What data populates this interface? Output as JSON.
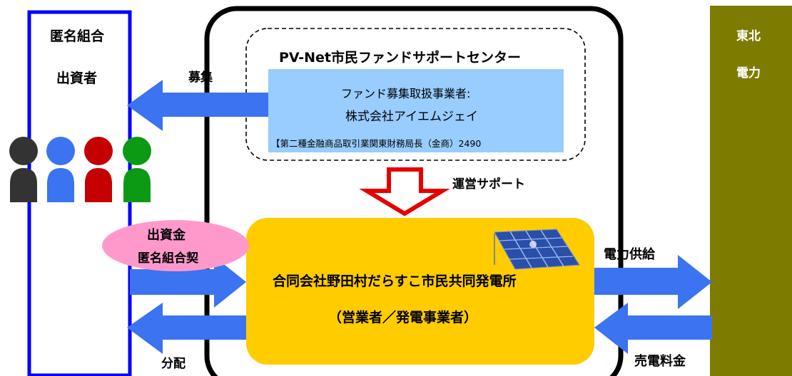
{
  "investors": {
    "title_line1": "匿名組合",
    "title_line2": "出資者",
    "person_colors": [
      "#333333",
      "#3b73f0",
      "#c40000",
      "#0c9a14"
    ]
  },
  "center": {
    "title": "PV-Net市民ファンドサポートセンター",
    "fund_label": "ファンド募集取扱事業者:",
    "company_name": "株式会社アイエムジェイ",
    "registration": "【第二種金融商品取引業関東財務局長（金商）2490"
  },
  "company": {
    "name_line1": "合同会社野田村だらすこ市民共同発電所",
    "name_line2": "（営業者／発電事業者）"
  },
  "utility": {
    "name_line1": "東北",
    "name_line2": "電力"
  },
  "labels": {
    "recruit": "募集",
    "operation_support": "運営サポート",
    "investment": "出資金",
    "contract": "匿名組合契",
    "distribution": "分配",
    "power_supply": "電力供給",
    "power_fee": "売電料金"
  },
  "colors": {
    "arrow_blue": "#3b73f0",
    "red_arrow": "#e60000",
    "investor_border": "#0000ff",
    "utility_bg": "#7d7b00",
    "company_bg": "#ffcc00",
    "fund_box_bg": "#99ccff",
    "ellipse_pink": "#ff99cc"
  }
}
